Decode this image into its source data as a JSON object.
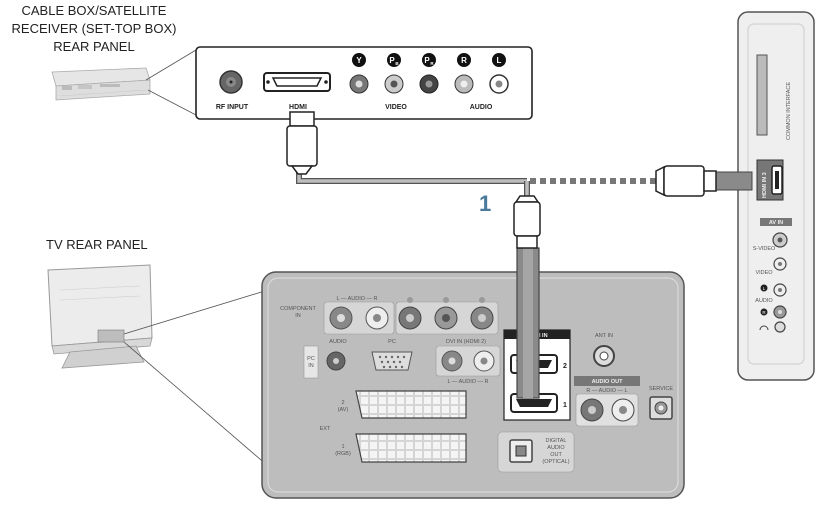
{
  "labels": {
    "source_title_1": "CABLE BOX/SATELLITE",
    "source_title_2": "RECEIVER (SET-TOP BOX)",
    "source_title_3": "REAR PANEL",
    "tv_title": "TV REAR PANEL",
    "step_number": "1"
  },
  "source_panel": {
    "rf_input": "RF INPUT",
    "hdmi": "HDMI",
    "video": "VIDEO",
    "audio": "AUDIO",
    "jack_y": "Y",
    "jack_pb": "P",
    "jack_pb_sub": "B",
    "jack_pr": "P",
    "jack_pr_sub": "R",
    "jack_r": "R",
    "jack_l": "L"
  },
  "tv_panel": {
    "component_in": "COMPONENT",
    "component_in_2": "IN",
    "component_audio": "L — AUDIO — R",
    "audio": "AUDIO",
    "pc": "PC",
    "pc_in": "PC",
    "pc_in_2": "IN",
    "dvi_in": "DVI IN (HDMI 2)",
    "dvi_audio": "L — AUDIO — R",
    "hdmi_in": "HDMI IN",
    "hdmi_port_2": "2",
    "hdmi_port_1": "1",
    "ant_in": "ANT IN",
    "audio_out": "AUDIO OUT",
    "audio_out_sub": "R — AUDIO — L",
    "service": "SERVICE",
    "ext": "EXT",
    "ext_2": "2",
    "ext_2_sub": "(AV)",
    "ext_1": "1",
    "ext_1_sub": "(RGB)",
    "digital_1": "DIGITAL",
    "digital_2": "AUDIO",
    "digital_3": "OUT",
    "digital_4": "(OPTICAL)"
  },
  "side_panel": {
    "common_interface": "COMMON INTERFACE",
    "hdmi_in_3": "HDMI IN 3",
    "av_in": "AV IN",
    "s_video": "S-VIDEO",
    "video": "VIDEO",
    "l": "L",
    "audio": "AUDIO",
    "r": "R"
  },
  "colors": {
    "panel_light": "#f2f2f2",
    "panel_grey": "#bdbdbd",
    "cable": "#8a8a8a",
    "step_number": "#4a7a9c"
  }
}
